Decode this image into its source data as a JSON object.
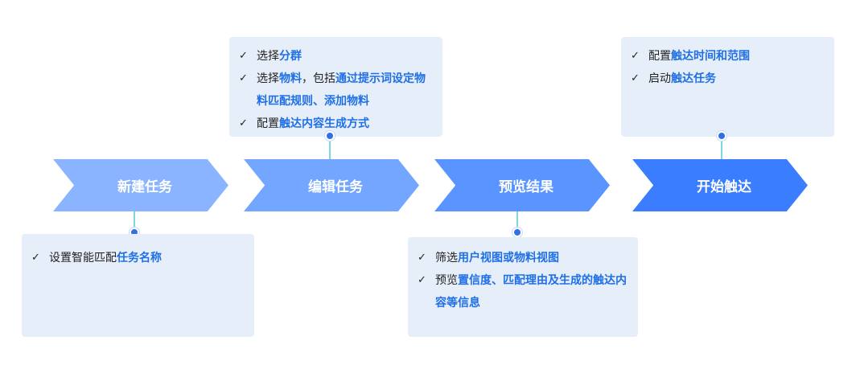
{
  "colors": {
    "step1": "#8ab4ff",
    "step2": "#73a6ff",
    "step3": "#5a95ff",
    "step4": "#3a7dff",
    "box_bg": "#e6eef9",
    "highlight": "#1f6fe6",
    "dot": "#2f6fe8",
    "connector": "#7fd6e6"
  },
  "steps": [
    {
      "label": "新建任务"
    },
    {
      "label": "编辑任务"
    },
    {
      "label": "预览结果"
    },
    {
      "label": "开始触达"
    }
  ],
  "boxes": {
    "create": {
      "items": [
        {
          "parts": [
            {
              "t": "设置智能匹配"
            },
            {
              "t": "任务名称",
              "hl": true
            }
          ]
        }
      ]
    },
    "edit": {
      "items": [
        {
          "parts": [
            {
              "t": "选择"
            },
            {
              "t": "分群",
              "hl": true
            }
          ]
        },
        {
          "parts": [
            {
              "t": "选择"
            },
            {
              "t": "物料",
              "hl": true
            },
            {
              "t": "，包括"
            },
            {
              "t": "通过提示词设定物料匹配规则、添加物料",
              "hl": true
            }
          ]
        },
        {
          "parts": [
            {
              "t": "配置"
            },
            {
              "t": "触达内容生成方式",
              "hl": true
            }
          ]
        }
      ]
    },
    "preview": {
      "items": [
        {
          "parts": [
            {
              "t": "筛选"
            },
            {
              "t": "用户视图或物料视图",
              "hl": true
            }
          ]
        },
        {
          "parts": [
            {
              "t": "预览"
            },
            {
              "t": "置信度、匹配理由及生成的触达内容等信息",
              "hl": true
            }
          ]
        }
      ]
    },
    "start": {
      "items": [
        {
          "parts": [
            {
              "t": "配置"
            },
            {
              "t": "触达时间和范围",
              "hl": true
            }
          ]
        },
        {
          "parts": [
            {
              "t": "启动"
            },
            {
              "t": "触达任务",
              "hl": true
            }
          ]
        }
      ]
    }
  }
}
